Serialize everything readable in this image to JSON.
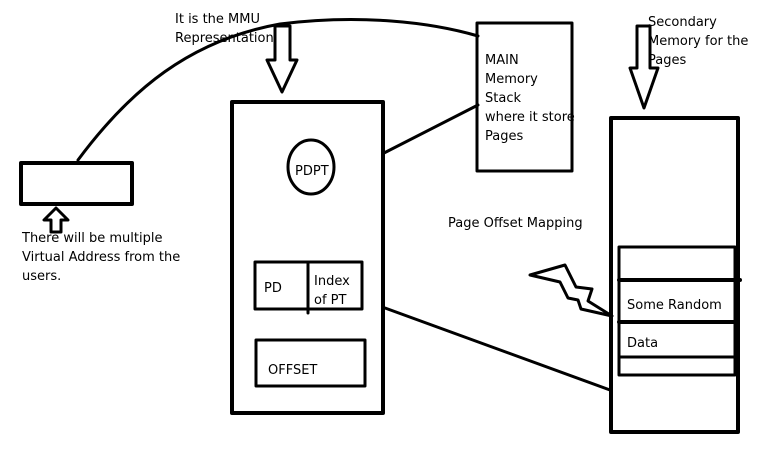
{
  "texts": {
    "mmu_label": "It is the MMU\nRepresentation",
    "main_memory": "MAIN\nMemory\nStack\nwhere it store\nPages",
    "secondary_memory": "Secondary\nMemory for the\nPages",
    "pdpt": "PDPT",
    "pd": "PD",
    "index_pt": "Index\nof PT",
    "offset": "OFFSET",
    "page_offset_mapping": "Page Offset Mapping",
    "virtual_address_note": "There will be multiple\nVirtual Address from the\nusers.",
    "some_random": "Some Random",
    "data": "Data"
  },
  "colors": {
    "ink": "#000000",
    "background": "#ffffff"
  }
}
